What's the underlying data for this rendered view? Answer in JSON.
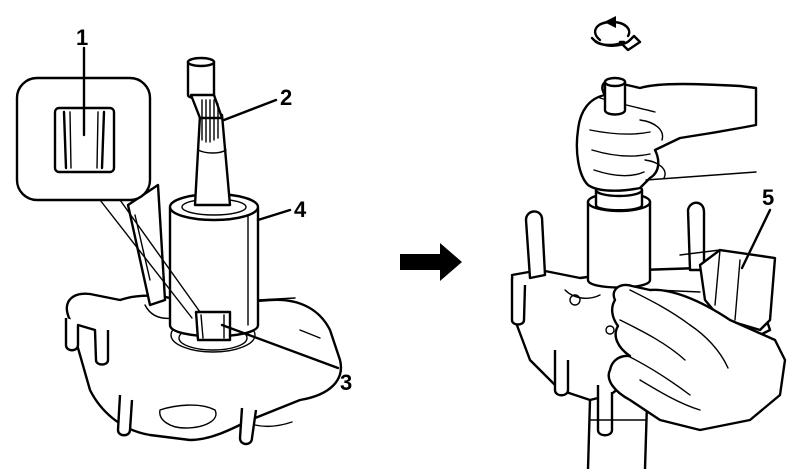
{
  "callouts": {
    "c1": "1",
    "c2": "2",
    "c3": "3",
    "c4": "4",
    "c5": "5"
  },
  "icons": {
    "transition": "right-arrow-icon",
    "rotation": "rotate-arrow-icon"
  },
  "colors": {
    "ink": "#000000",
    "paper": "#ffffff"
  }
}
